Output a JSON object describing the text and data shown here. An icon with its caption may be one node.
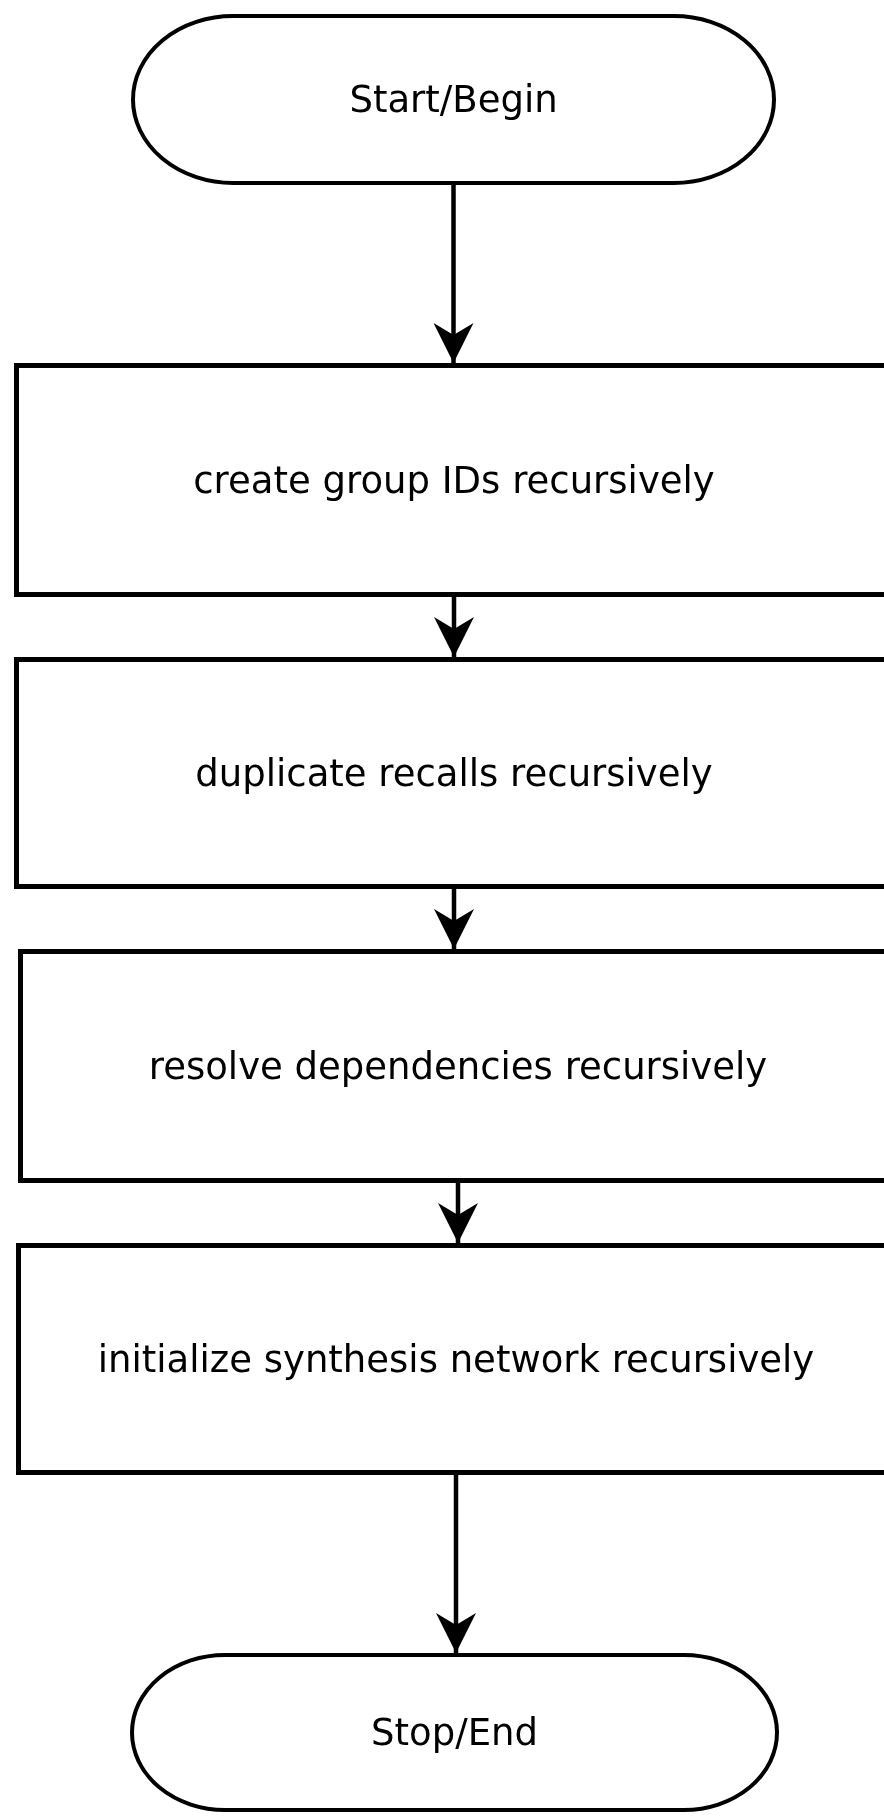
{
  "diagram": {
    "nodes": [
      {
        "text": [
          "Start/Begin"
        ]
      },
      {
        "text": [
          "create group IDs recursively"
        ]
      },
      {
        "text": [
          "duplicate recalls recursively"
        ]
      },
      {
        "text": [
          "resolve dependencies recursively"
        ]
      },
      {
        "text": [
          "initialize synthesis network recursively"
        ]
      },
      {
        "text": [
          "Stop/End"
        ]
      }
    ],
    "edges": [
      {
        "from": 0,
        "to": 1,
        "arrow": "to"
      },
      {
        "from": 1,
        "to": 2,
        "arrow": "to"
      },
      {
        "from": 2,
        "to": 3,
        "arrow": "to"
      },
      {
        "from": 3,
        "to": 4,
        "arrow": "to"
      },
      {
        "from": 4,
        "to": 5,
        "arrow": "to"
      }
    ]
  }
}
